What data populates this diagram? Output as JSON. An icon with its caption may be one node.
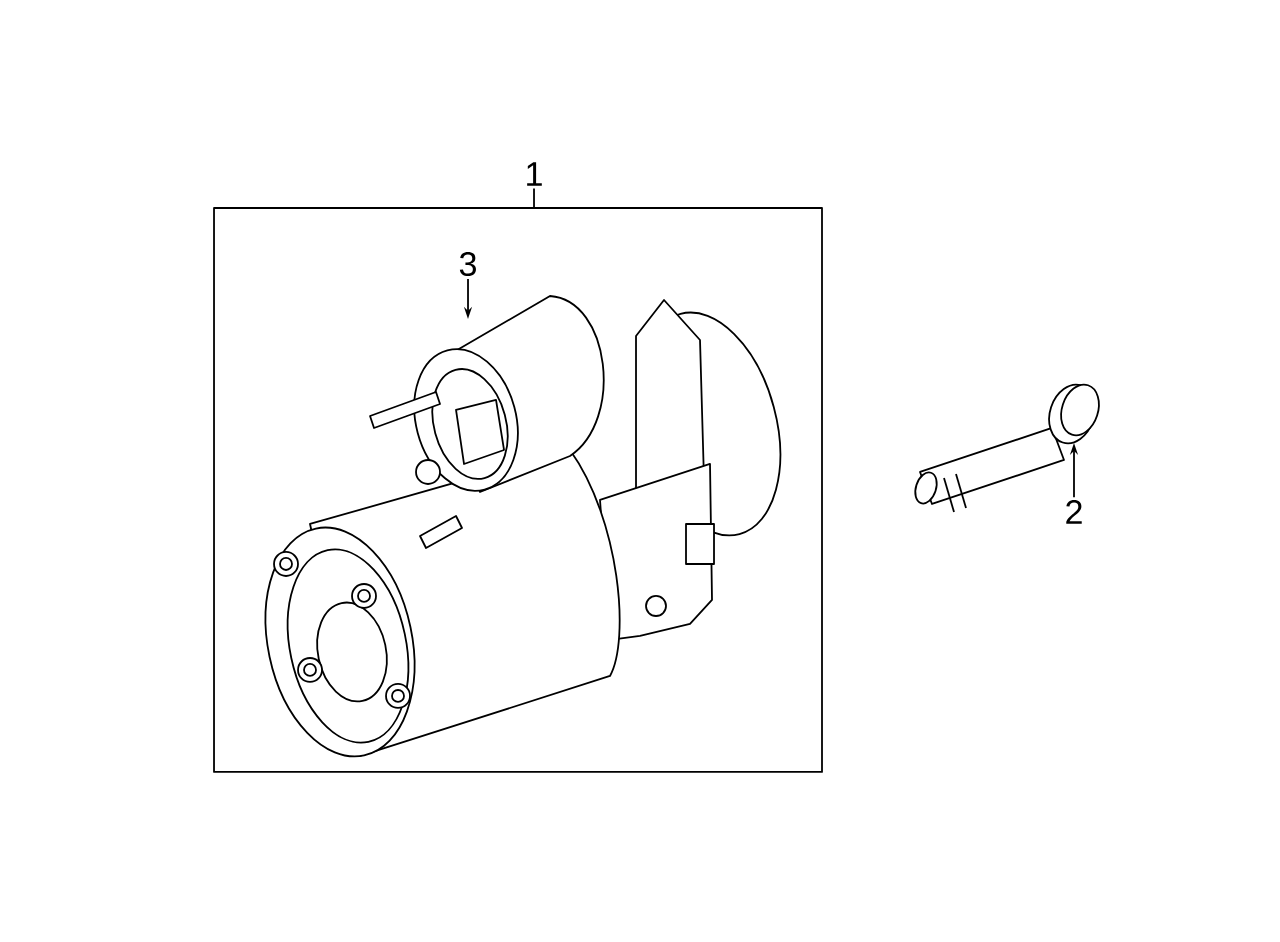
{
  "diagram": {
    "nodes": [
      {
        "text": [
          "1"
        ]
      },
      {
        "text": [],
        "shape": "box"
      },
      {
        "text": [
          "3"
        ],
        "in": 1
      },
      {
        "text": [
          "2"
        ]
      },
      {
        "text": [],
        "shape": "picture"
      }
    ],
    "edges": [
      {
        "from": 0,
        "to": 1,
        "arrow": "none"
      },
      {
        "from": 2,
        "to": null,
        "arrow": "to"
      },
      {
        "from": 3,
        "to": 4,
        "arrow": "to"
      }
    ]
  }
}
